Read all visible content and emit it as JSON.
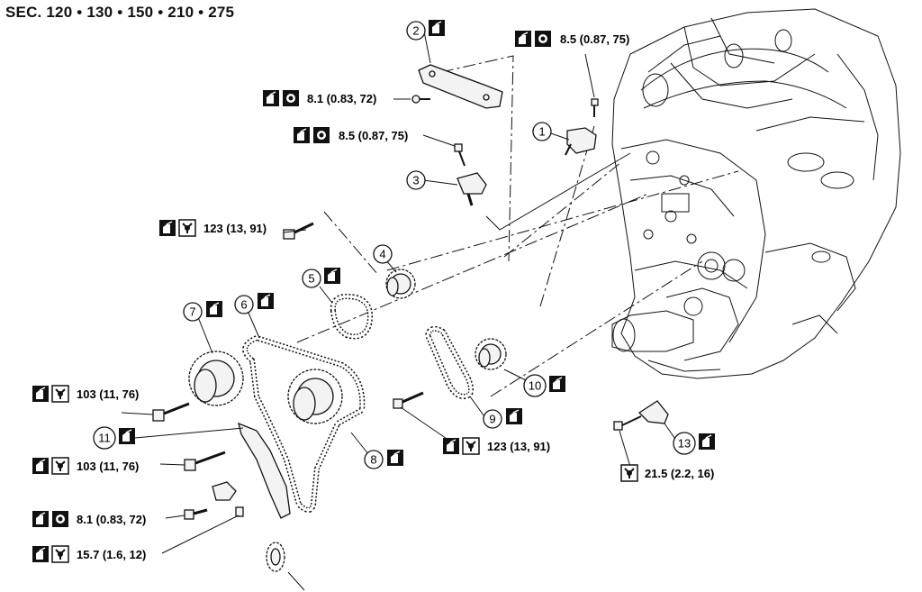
{
  "section": "SEC. 120 • 130 • 150 • 210 • 275",
  "callouts": {
    "c1": "1",
    "c2": "2",
    "c3": "3",
    "c4": "4",
    "c5": "5",
    "c6": "6",
    "c7": "7",
    "c8": "8",
    "c9": "9",
    "c10": "10",
    "c11": "11",
    "c13": "13"
  },
  "torques": {
    "t_top": "8.5 (0.87, 75)",
    "t_guide": "8.1 (0.83, 72)",
    "t_tensioner": "8.5 (0.87, 75)",
    "t_sprocket4": "123 (13, 91)",
    "t_sprocket7": "103 (11, 76)",
    "t_sprocket8": "103 (11, 76)",
    "t_sprocket10": "123 (13, 91)",
    "t_part13": "21.5 (2.2, 16)",
    "t_lower_guide": "8.1 (0.83, 72)",
    "t_lower_bolt": "15.7 (1.6, 12)"
  },
  "icons": {
    "replace_part": "oil-can-icon",
    "torque": "torque-wrench-icon"
  }
}
